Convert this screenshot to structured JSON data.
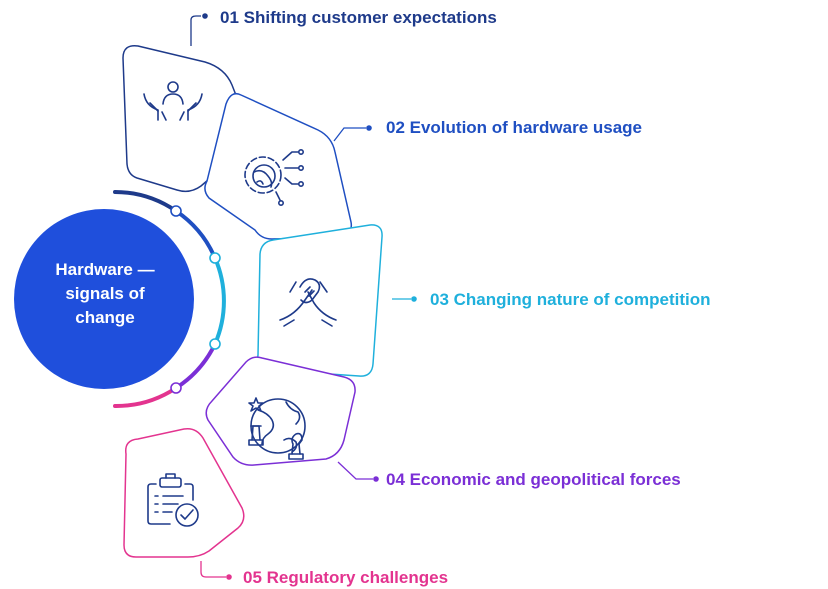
{
  "hub": {
    "title_lines": [
      "Hardware —",
      "signals of",
      "change"
    ]
  },
  "signals": [
    {
      "number": "01",
      "label": "01 Shifting customer expectations",
      "icon": "hands-supporting-person-icon",
      "color": "#1e3a8a"
    },
    {
      "number": "02",
      "label": "02 Evolution of hardware usage",
      "icon": "gear-globe-circuit-icon",
      "color": "#1f4fc2"
    },
    {
      "number": "03",
      "label": "03 Changing nature of competition",
      "icon": "handshake-icon",
      "color": "#1fb0dc"
    },
    {
      "number": "04",
      "label": "04 Economic and geopolitical forces",
      "icon": "globe-chess-pieces-icon",
      "color": "#7b2fd6"
    },
    {
      "number": "05",
      "label": "05 Regulatory challenges",
      "icon": "clipboard-checklist-icon",
      "color": "#e3348f"
    }
  ],
  "colors": {
    "hub_fill": "#1f4fdc",
    "navy": "#1e3a8a",
    "blue": "#1f4fc2",
    "cyan": "#1fb0dc",
    "purple": "#7b2fd6",
    "pink": "#e3348f"
  }
}
